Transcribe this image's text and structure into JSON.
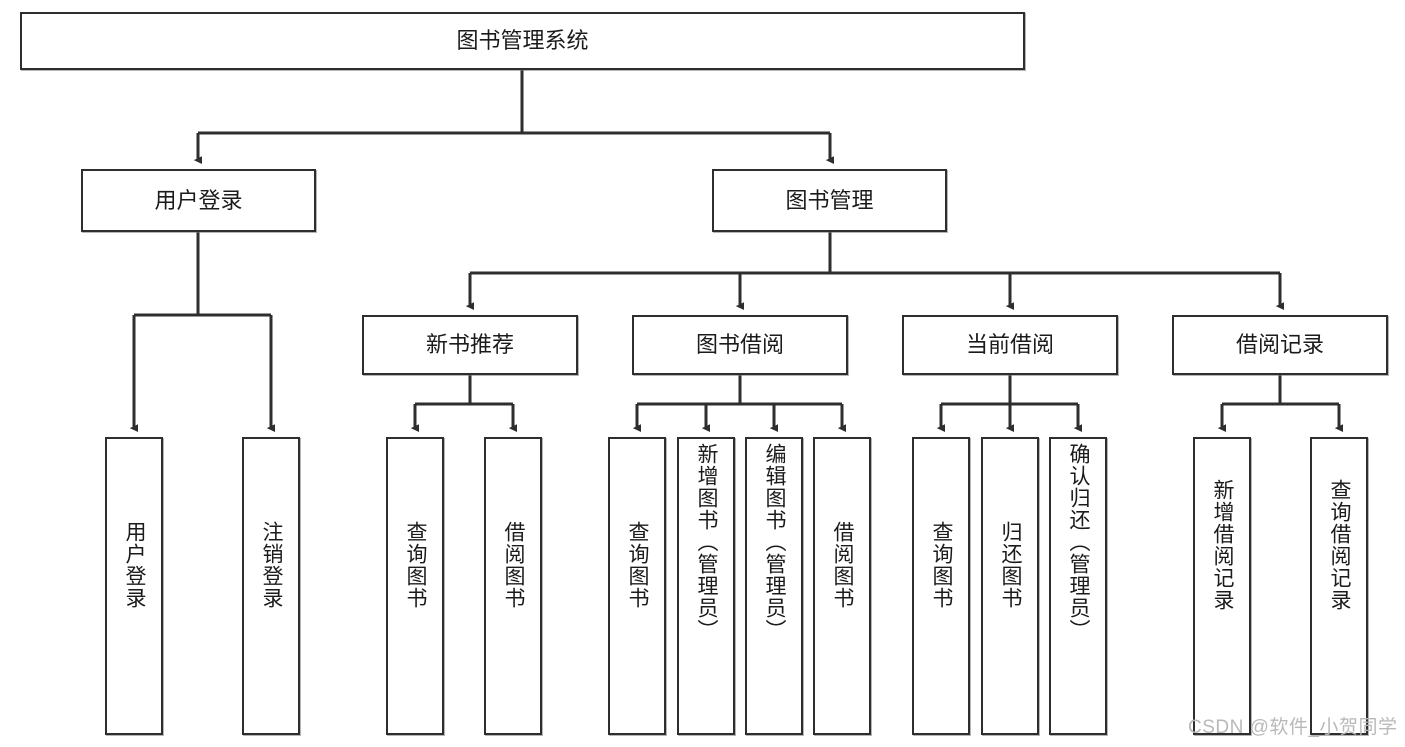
{
  "diagram": {
    "title": "图书管理系统",
    "watermark": "CSDN @软件_小贺同学",
    "root": {
      "label": "图书管理系统"
    },
    "level2": [
      {
        "label": "用户登录"
      },
      {
        "label": "图书管理"
      }
    ],
    "level3": [
      {
        "label": "新书推荐"
      },
      {
        "label": "图书借阅"
      },
      {
        "label": "当前借阅"
      },
      {
        "label": "借阅记录"
      }
    ],
    "leaves": {
      "user_login": [
        {
          "label": "用户登录"
        },
        {
          "label": "注销登录"
        }
      ],
      "new_book_recommend": [
        {
          "label": "查询图书"
        },
        {
          "label": "借阅图书"
        }
      ],
      "book_borrow": [
        {
          "label": "查询图书"
        },
        {
          "label": "新增图书（管理员）"
        },
        {
          "label": "编辑图书（管理员）"
        },
        {
          "label": "借阅图书"
        }
      ],
      "current_borrow": [
        {
          "label": "查询图书"
        },
        {
          "label": "归还图书"
        },
        {
          "label": "确认归还（管理员）"
        }
      ],
      "borrow_record": [
        {
          "label": "新增借阅记录"
        },
        {
          "label": "查询借阅记录"
        }
      ]
    },
    "colors": {
      "stroke": "#2e2e2e",
      "fill": "#ffffff",
      "text": "#1b1b1b",
      "watermark": "#b9b9b9"
    }
  }
}
